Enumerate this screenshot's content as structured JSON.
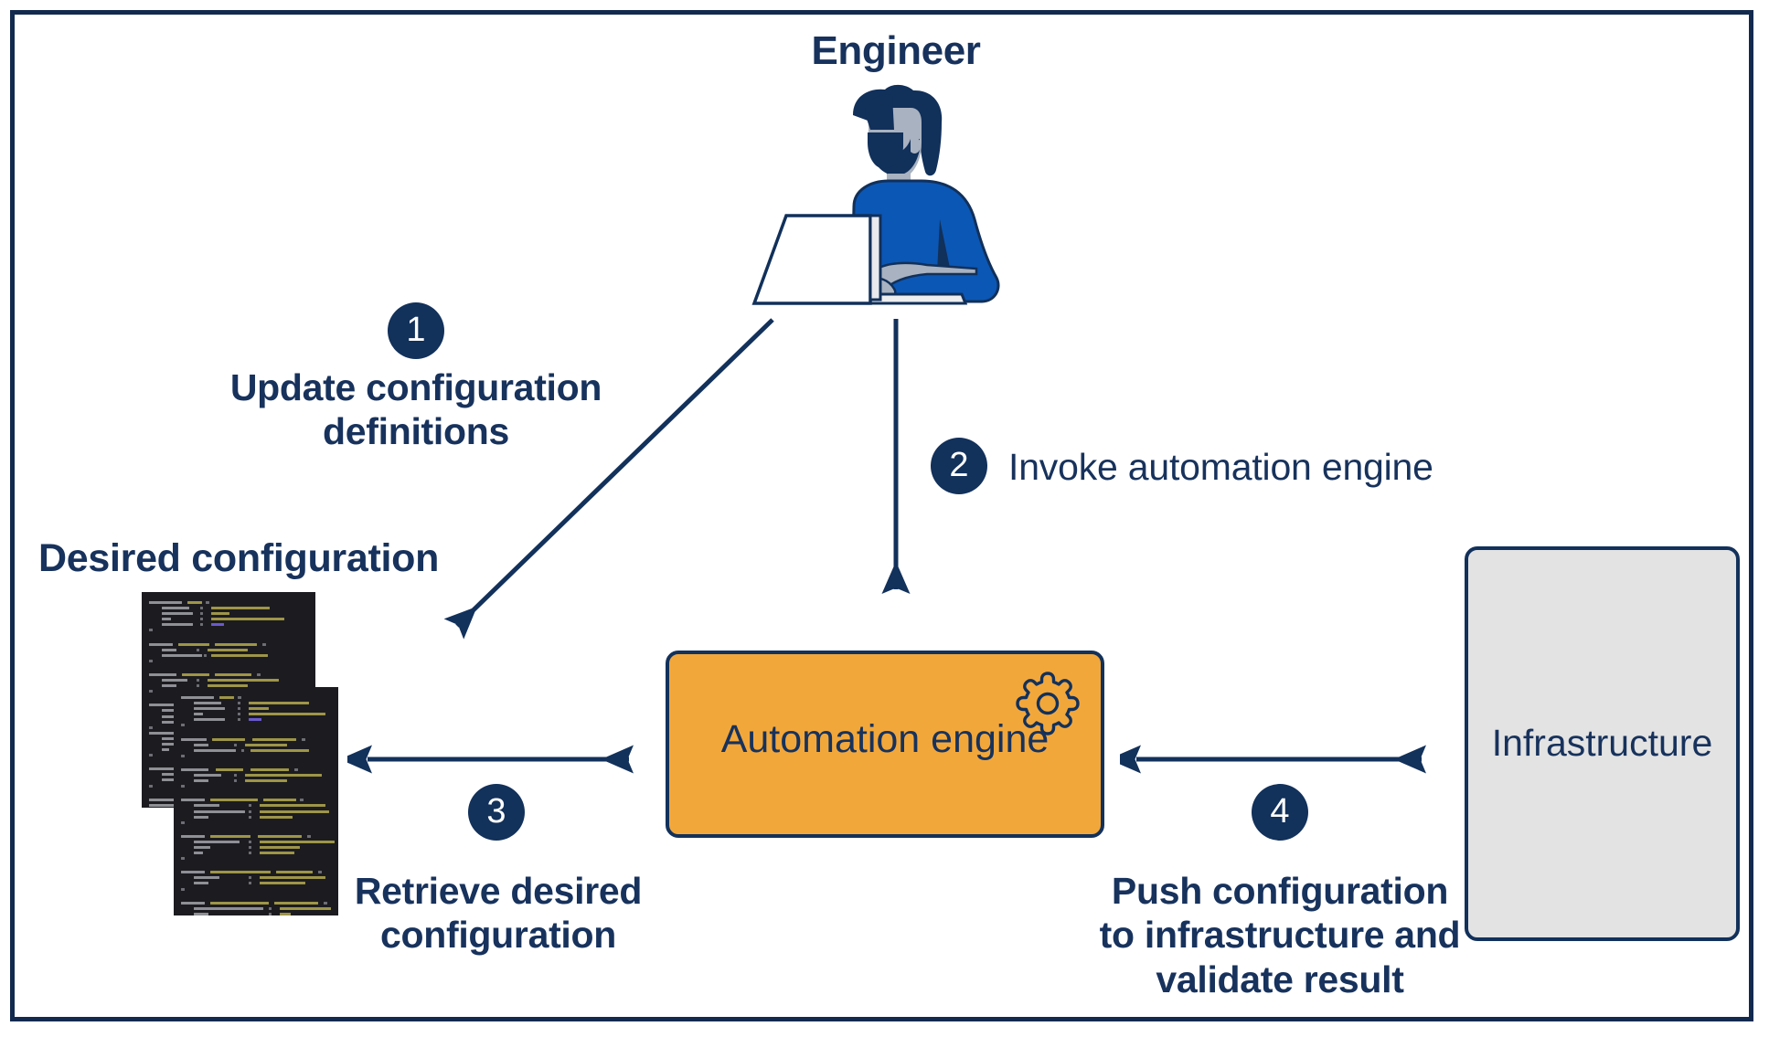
{
  "diagram": {
    "title_persona": "Engineer",
    "desired_config_label": "Desired configuration",
    "automation_engine_label": "Automation engine",
    "infrastructure_label": "Infrastructure",
    "colors": {
      "navy": "#12315B",
      "navy_text": "#17325C",
      "orange": "#F2A73B",
      "grey_box": "#E3E3E3",
      "blue_shirt": "#0B57B5",
      "skin_grey": "#A9B2C0",
      "code_bg": "#1C1C20",
      "code_string": "#9E9548",
      "code_key": "#8F8F96",
      "code_number": "#6A5ACD"
    },
    "steps": [
      {
        "number": "1",
        "label": "Update configuration\ndefinitions",
        "line1": "Update configuration",
        "line2": "definitions"
      },
      {
        "number": "2",
        "label": "Invoke automation engine",
        "line1": "Invoke automation engine",
        "line2": ""
      },
      {
        "number": "3",
        "label": "Retrieve desired\nconfiguration",
        "line1": "Retrieve desired",
        "line2": "configuration"
      },
      {
        "number": "4",
        "label": "Push configuration\nto infrastructure and\nvalidate result",
        "line1": "Push configuration",
        "line2": "to infrastructure and",
        "line3": "validate result"
      }
    ],
    "icons": {
      "gear": "gear-icon",
      "engineer": "engineer-at-laptop-icon",
      "arrow_diagonal": "arrow-diagonal-down-left",
      "arrow_down": "arrow-down",
      "arrow_bidirectional_left": "arrow-bidirectional",
      "arrow_bidirectional_right": "arrow-bidirectional"
    }
  }
}
